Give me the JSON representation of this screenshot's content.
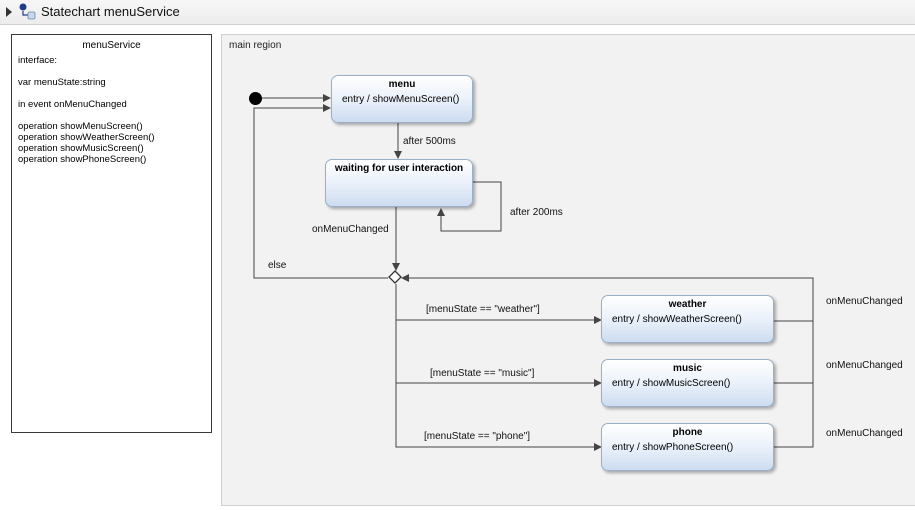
{
  "header": {
    "title": "Statechart menuService"
  },
  "interface": {
    "title": "menuService",
    "lines": [
      "interface:",
      "var menuState:string",
      "in event onMenuChanged",
      "operation showMenuScreen()",
      "operation showWeatherScreen()",
      "operation showMusicScreen()",
      "operation showPhoneScreen()"
    ]
  },
  "region": {
    "label": "main region"
  },
  "states": {
    "menu": {
      "name": "menu",
      "entry": "entry / showMenuScreen()"
    },
    "waiting": {
      "name": "waiting for user interaction"
    },
    "weather": {
      "name": "weather",
      "entry": "entry / showWeatherScreen()"
    },
    "music": {
      "name": "music",
      "entry": "entry / showMusicScreen()"
    },
    "phone": {
      "name": "phone",
      "entry": "entry / showPhoneScreen()"
    }
  },
  "transitions": {
    "after_500": "after 500ms",
    "after_200": "after 200ms",
    "on_menu_changed": "onMenuChanged",
    "else": "else",
    "guard_weather": "[menuState == \"weather\"]",
    "guard_music": "[menuState == \"music\"]",
    "guard_phone": "[menuState == \"phone\"]",
    "weather_back": "onMenuChanged",
    "music_back": "onMenuChanged",
    "phone_back": "onMenuChanged"
  },
  "colors": {
    "state_fill": "#cddcf0",
    "state_border": "#9ab0c8",
    "edge": "#444444"
  }
}
